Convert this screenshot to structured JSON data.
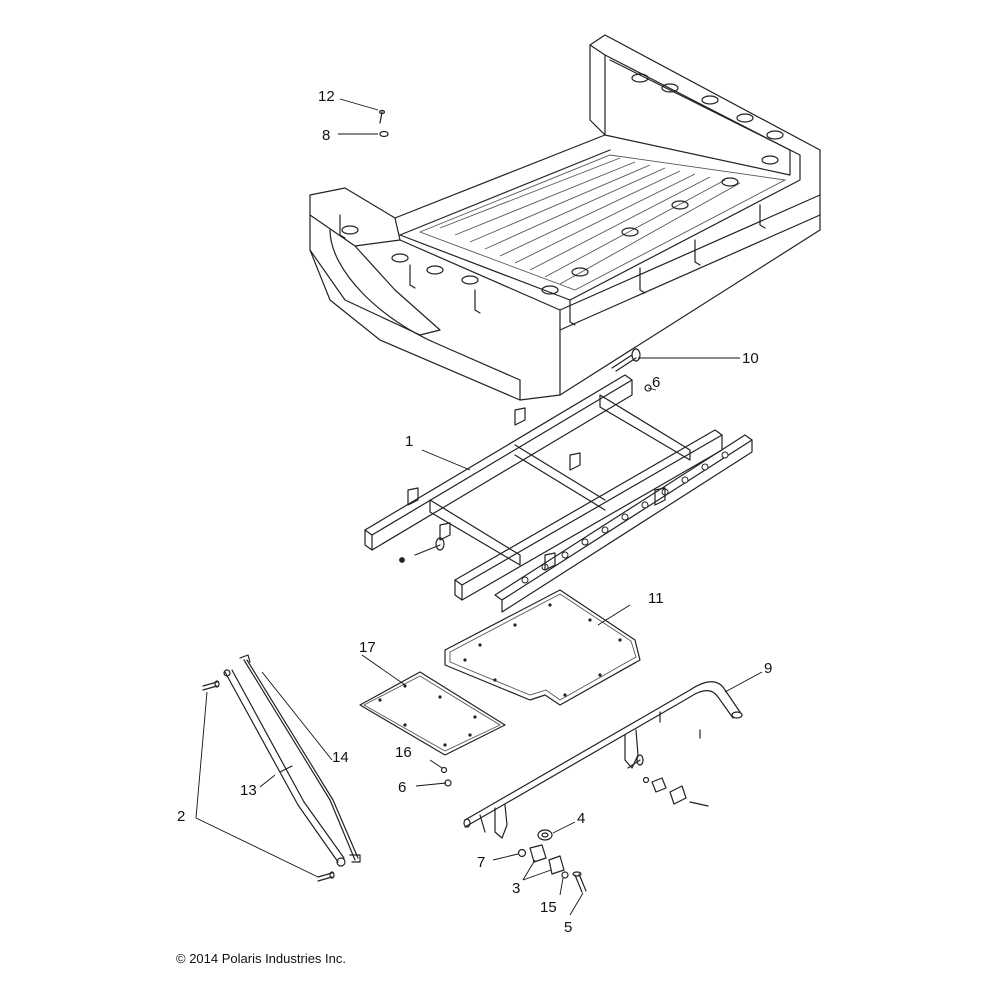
{
  "callouts": {
    "c1": "1",
    "c2": "2",
    "c3": "3",
    "c4": "4",
    "c5": "5",
    "c6a": "6",
    "c6b": "6",
    "c7": "7",
    "c8": "8",
    "c9": "9",
    "c10": "10",
    "c11": "11",
    "c12": "12",
    "c13": "13",
    "c14": "14",
    "c15": "15",
    "c16": "16",
    "c17": "17"
  },
  "footer": {
    "copyright": "© 2014 Polaris Industries Inc."
  }
}
